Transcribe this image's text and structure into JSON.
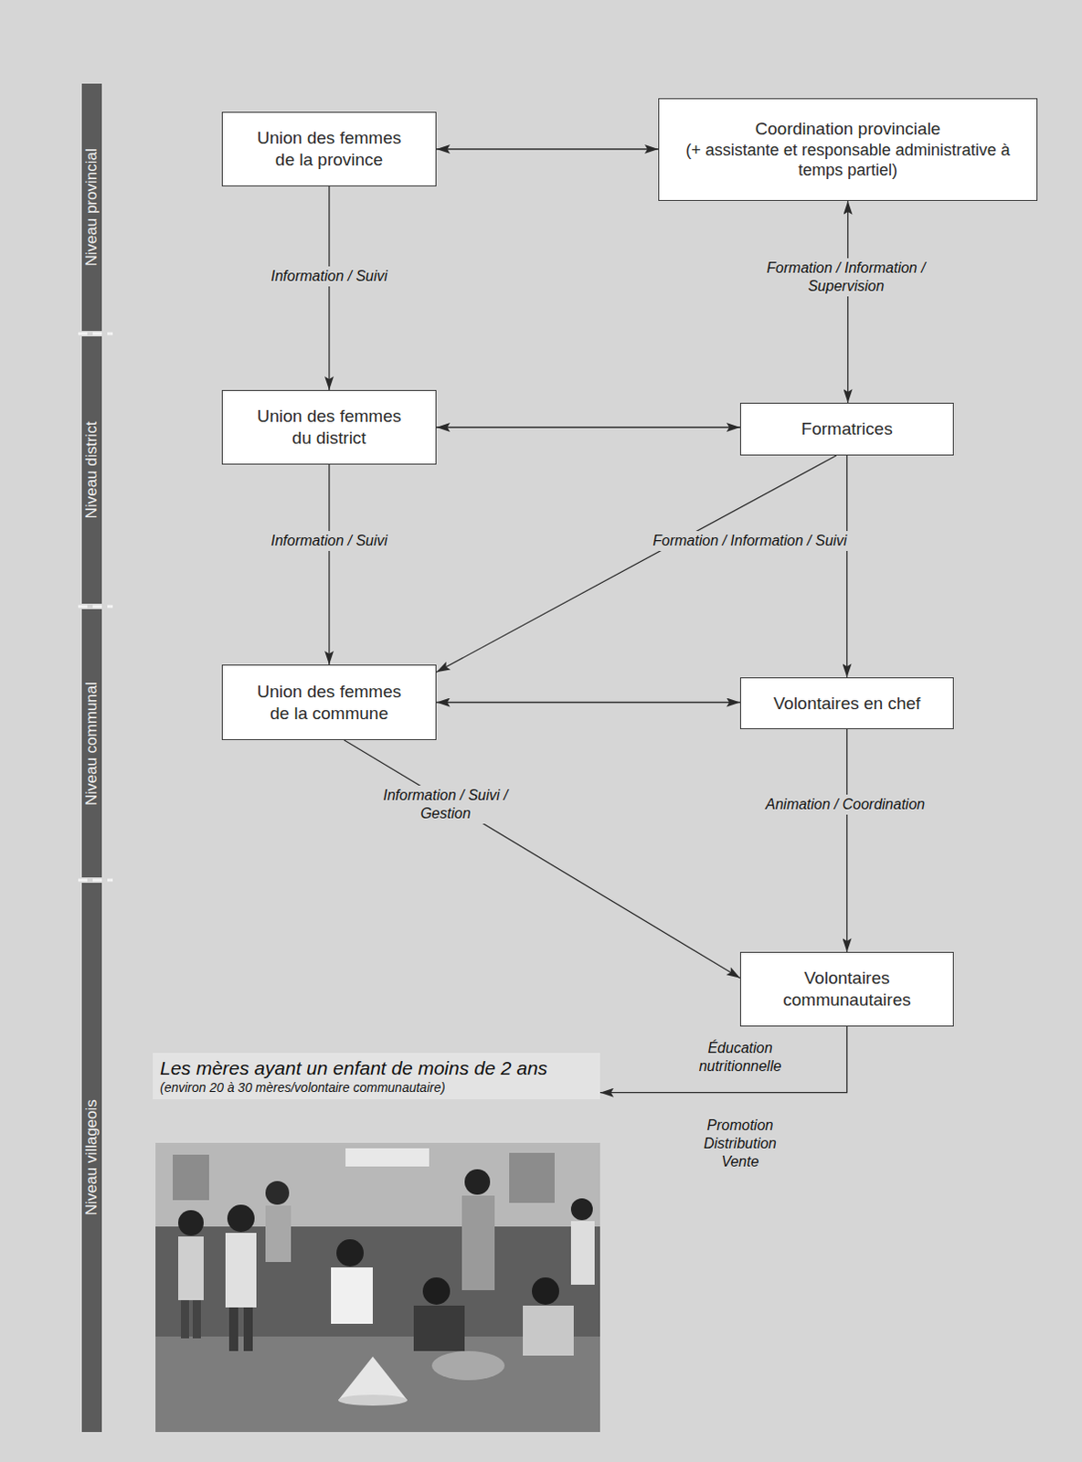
{
  "diagram": {
    "nodes": [
      {
        "text": [
          "Niveau provincial"
        ]
      },
      {
        "text": [
          "Niveau district"
        ]
      },
      {
        "text": [
          "Niveau communal"
        ]
      },
      {
        "text": [
          "Niveau villageois"
        ]
      },
      {
        "text": [
          "Union des femmes de la province"
        ]
      },
      {
        "text": [
          "Coordination provinciale",
          "(+ assistante et responsable administrative à temps partiel)"
        ]
      },
      {
        "text": [
          "Union des femmes du district"
        ]
      },
      {
        "text": [
          "Formatrices"
        ]
      },
      {
        "text": [
          "Union des femmes de la commune"
        ]
      },
      {
        "text": [
          "Volontaires en chef"
        ]
      },
      {
        "text": [
          "Volontaires communautaires"
        ]
      },
      {
        "text": [
          "Les mères ayant un enfant de moins de 2 ans",
          "(environ 20 à 30 mères/volontaire communautaire)"
        ]
      }
    ],
    "edges": [
      {
        "from": 4,
        "to": 5,
        "arrow": "both"
      },
      {
        "from": 4,
        "to": 6,
        "label": "Information / Suivi",
        "arrow": "to"
      },
      {
        "from": 5,
        "to": 7,
        "label": "Formation / Information / Supervision",
        "arrow": "both"
      },
      {
        "from": 6,
        "to": 7,
        "arrow": "both"
      },
      {
        "from": 6,
        "to": 8,
        "label": "Information / Suivi",
        "arrow": "to"
      },
      {
        "from": 7,
        "to": 8,
        "label": "Formation / Information / Suivi",
        "arrow": "to"
      },
      {
        "from": 7,
        "to": 9,
        "arrow": "to"
      },
      {
        "from": 8,
        "to": 9,
        "arrow": "both"
      },
      {
        "from": 8,
        "to": 10,
        "label": "Information / Suivi / Gestion",
        "arrow": "to"
      },
      {
        "from": 9,
        "to": 10,
        "label": "Animation / Coordination",
        "arrow": "to"
      },
      {
        "from": 10,
        "to": 11,
        "label": "Éducation nutritionnelle",
        "arrow": "to"
      }
    ],
    "labels": [
      "Promotion Distribution Vente"
    ]
  }
}
